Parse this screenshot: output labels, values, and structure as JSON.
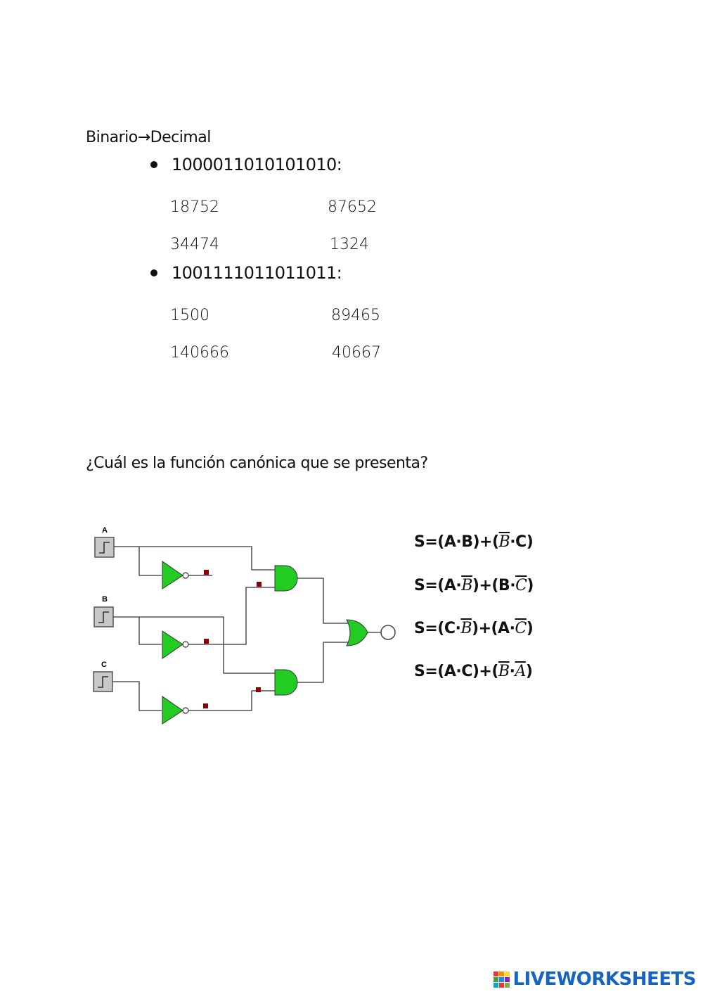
{
  "section1": {
    "heading": "Binario→Decimal",
    "items": [
      {
        "binary": "1000011010101010:",
        "options": [
          "18752",
          "87652",
          "34474",
          "1324"
        ]
      },
      {
        "binary": "1001111011011011:",
        "options": [
          "1500",
          "89465",
          "140666",
          "40667"
        ]
      }
    ]
  },
  "section2": {
    "question": "¿Cuál es la función canónica que se presenta?",
    "inputs": [
      "A",
      "B",
      "C"
    ]
  },
  "footer": {
    "brand": "LIVEWORKSHEETS"
  },
  "colors": {
    "gate_fill": "#22cc22",
    "accent": "#1565c0",
    "wire": "#333333",
    "pin": "#8b0000"
  }
}
